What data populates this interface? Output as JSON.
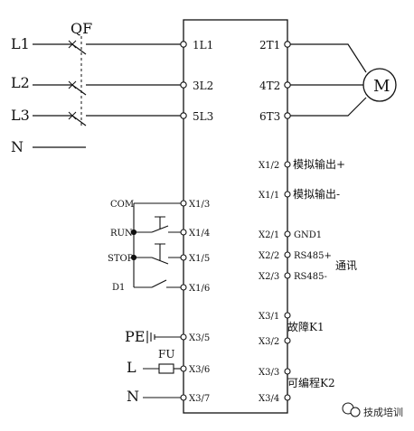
{
  "supply": {
    "l1": "L1",
    "l2": "L2",
    "l3": "L3",
    "n": "N",
    "breaker": "QF"
  },
  "left_terminals": {
    "t1l1": "1L1",
    "t3l2": "3L2",
    "t5l3": "5L3",
    "x1_3": "X1/3",
    "x1_4": "X1/4",
    "x1_5": "X1/5",
    "x1_6": "X1/6",
    "x3_5": "X3/5",
    "x3_6": "X3/6",
    "x3_7": "X3/7"
  },
  "control": {
    "com": "COM",
    "run": "RUN",
    "stop": "STOP",
    "d1": "D1",
    "pe": "PE",
    "l": "L",
    "fu": "FU",
    "n": "N"
  },
  "right_terminals": {
    "t2t1": "2T1",
    "t4t2": "4T2",
    "t6t3": "6T3",
    "x1_2": "X1/2",
    "x1_1": "X1/1",
    "x2_1": "X2/1",
    "x2_2": "X2/2",
    "x2_3": "X2/3",
    "x3_1": "X3/1",
    "x3_2": "X3/2",
    "x3_3": "X3/3",
    "x3_4": "X3/4"
  },
  "right_labels": {
    "motor": "M",
    "analog_pos": "模拟输出+",
    "analog_neg": "模拟输出-",
    "gnd1": "GND1",
    "rs485p": "RS485+",
    "rs485n": "RS485-",
    "comm": "通讯",
    "fault": "故障K1",
    "prog": "可编程K2"
  },
  "watermark": "技成培训"
}
